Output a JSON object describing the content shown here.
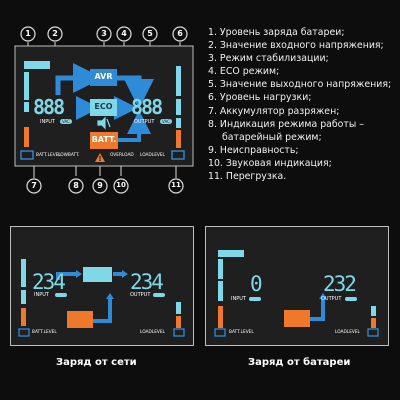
{
  "top_panel": {
    "lcd_labels": {
      "avr": "AVR",
      "eco": "ECO",
      "batt": "BATT.",
      "input": "INPUT",
      "output": "OUTPUT",
      "vac": "VAC",
      "batt_level": "BATT.LEVEL",
      "low_batt": "LOWBATT.",
      "overload": "OVERLOAD",
      "load_level": "LOADLEVEL",
      "input_digits": "888",
      "output_digits": "888"
    },
    "callouts": [
      "1",
      "2",
      "3",
      "4",
      "5",
      "6",
      "7",
      "8",
      "9",
      "10",
      "11"
    ]
  },
  "legend": [
    "1. Уровень заряда батареи;",
    "2. Значение входного напряжения;",
    "3. Режим стабилизации;",
    "4. ECO режим;",
    "5. Значение выходного напряжения;",
    "6. Уровень нагрузки;",
    "7. Аккумулятор разряжен;",
    "8. Индикация режима работы –",
    "    батарейный режим;",
    "9. Неисправность;",
    "10. Звуковая индикация;",
    "11. Перегрузка."
  ],
  "mains_panel": {
    "input_value": "234",
    "output_value": "234",
    "input_label": "INPUT",
    "output_label": "OUTPUT",
    "batt_level": "BATT.LEVEL",
    "load_level": "LOADLEVEL",
    "caption": "Заряд от сети"
  },
  "battery_panel": {
    "input_value": "0",
    "output_value": "232",
    "input_label": "INPUT",
    "output_label": "OUTPUT",
    "batt_level": "BATT.LEVEL",
    "load_level": "LOADLEVEL",
    "caption": "Заряд от батареи"
  },
  "colors": {
    "lcd_bg": "#1f1f1f",
    "cyan": "#7fd8e8",
    "blue": "#2f8ad8",
    "orange": "#f0782a",
    "frame": "#dcdcdc",
    "text": "#ffffff"
  }
}
